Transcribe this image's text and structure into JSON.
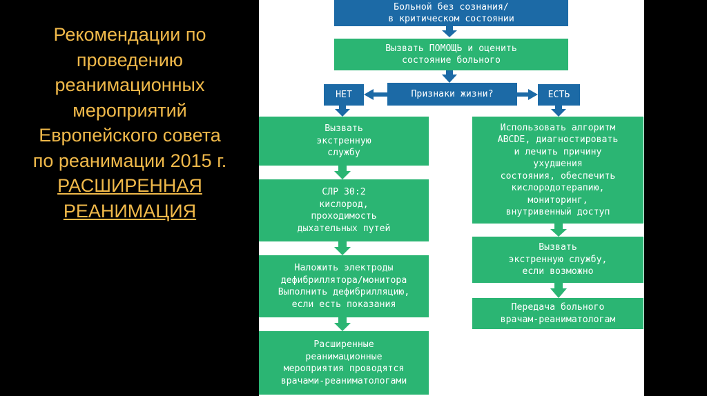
{
  "title": {
    "lines": [
      "Рекомендации по",
      "проведению",
      "реанимационных",
      "мероприятий",
      "Европейского совета",
      "по реанимации 2015 г."
    ],
    "subtitle_lines": [
      "РАСШИРЕННАЯ",
      "РЕАНИМАЦИЯ"
    ]
  },
  "flowchart": {
    "start": [
      "Больной без сознания/",
      "в критическом состоянии"
    ],
    "call_help": [
      "Вызвать ПОМОЩЬ и оценить",
      "состояние больного"
    ],
    "question": "Признаки жизни?",
    "no": "НЕТ",
    "yes": "ЕСТЬ",
    "left": {
      "call_emergency": [
        "Вызвать",
        "экстренную",
        "службу"
      ],
      "cpr": [
        "СЛР 30:2",
        "кислород,",
        "проходимость",
        "дыхательных путей"
      ],
      "defib": [
        "Наложить электроды",
        "дефибриллятора/монитора",
        "Выполнить дефибрилляцию,",
        "если есть показания"
      ],
      "advanced": [
        "Расширенные",
        "реанимационные",
        "мероприятия проводятся",
        "врачами-реаниматологами"
      ]
    },
    "right": {
      "abcde": [
        "Использовать алгоритм",
        "ABCDE, диагностировать",
        "и лечить причину",
        "ухудшения",
        "состояния, обеспечить",
        "кислородотерапию,",
        "мониторинг,",
        "внутривенный доступ"
      ],
      "call_emergency": [
        "Вызвать",
        "экстренную службу,",
        "если возможно"
      ],
      "handover": [
        "Передача больного",
        "врачам-реаниматологам"
      ]
    }
  },
  "colors": {
    "title": "#f0b94a",
    "green": "#2bb573",
    "blue": "#1c6aa6",
    "background": "#000000",
    "panel": "#ffffff"
  }
}
